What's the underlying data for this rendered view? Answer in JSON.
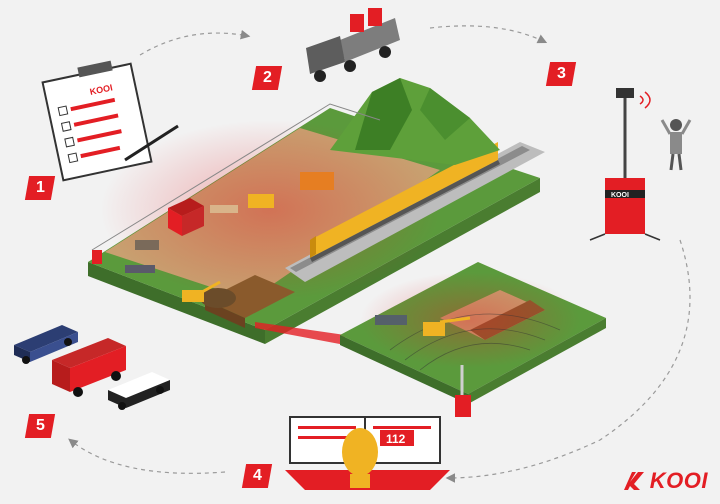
{
  "steps": [
    {
      "label": "1"
    },
    {
      "label": "2"
    },
    {
      "label": "3"
    },
    {
      "label": "4"
    },
    {
      "label": "5"
    }
  ],
  "clipboard": {
    "brand": "KOOI"
  },
  "tower": {
    "brand": "KOOI"
  },
  "emergency": {
    "number": "112"
  },
  "logo": {
    "text": "KOOI"
  },
  "colors": {
    "accent": "#e31e24",
    "grass": "#5b9a3c",
    "dirt": "#c8a070",
    "train": "#f0b323",
    "arrow": "#9a9a9a"
  }
}
